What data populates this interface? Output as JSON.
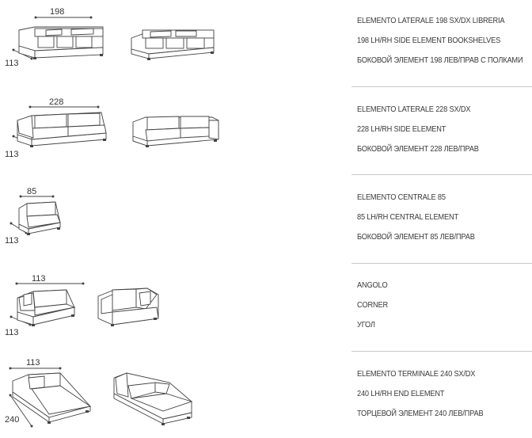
{
  "modules": [
    {
      "name": "lateral-198",
      "dims": {
        "width": "198",
        "depth": "113"
      },
      "lines": [
        "ELEMENTO LATERALE 198 SX/DX LIBRERIA",
        "198 LH/RH SIDE ELEMENT BOOKSHELVES",
        "БОКОВОЙ ЭЛЕМЕНТ 198 ЛЕВ/ПРАВ С ПОЛКАМИ"
      ]
    },
    {
      "name": "lateral-228",
      "dims": {
        "width": "228",
        "depth": "113"
      },
      "lines": [
        "ELEMENTO LATERALE 228 SX/DX",
        "228 LH/RH SIDE ELEMENT",
        "БОКОВОЙ ЭЛЕМЕНТ 228 ЛЕВ/ПРАВ"
      ]
    },
    {
      "name": "central-85",
      "dims": {
        "width": "85",
        "depth": "113"
      },
      "lines": [
        "ELEMENTO CENTRALE 85",
        "85 LH/RH CENTRAL ELEMENT",
        "БОКОВОЙ ЭЛЕМЕНТ 85 ЛЕВ/ПРАВ"
      ]
    },
    {
      "name": "corner",
      "dims": {
        "width": "113",
        "depth": "113"
      },
      "lines": [
        "ANGOLO",
        "CORNER",
        "УГОЛ"
      ]
    },
    {
      "name": "terminal-240",
      "dims": {
        "width": "113",
        "depth": "240"
      },
      "lines": [
        "ELEMENTO TERMINALE 240 SX/DX",
        "240 LH/RH END ELEMENT",
        "ТОРЦЕВОЙ ЭЛЕМЕНТ 240 ЛЕВ/ПРАВ"
      ]
    }
  ]
}
